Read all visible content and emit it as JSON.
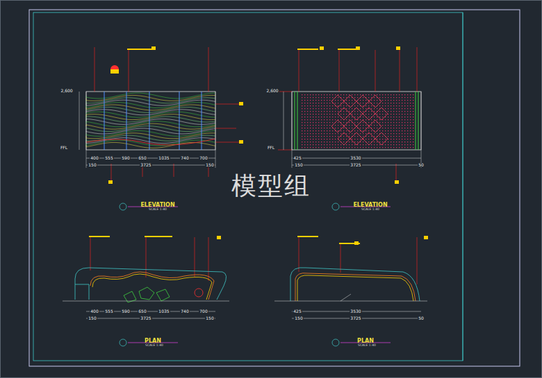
{
  "diagram": {
    "labels": [
      "2,600",
      "FFL",
      "2,600",
      "FFL",
      "400",
      "555",
      "590",
      "650",
      "1035",
      "740",
      "700",
      "150",
      "3725",
      "150",
      "425",
      "3530",
      "150",
      "3725",
      "50",
      "ELEVATION",
      "SCALE 1:40",
      "ELEVATION",
      "SCALE 1:40",
      "400",
      "555",
      "590",
      "650",
      "1035",
      "740",
      "700",
      "150",
      "3725",
      "150",
      "425",
      "3530",
      "150",
      "3725",
      "50",
      "PLAN",
      "SCALE 1:40",
      "PLAN",
      "SCALE 1:40",
      "模型组"
    ]
  }
}
